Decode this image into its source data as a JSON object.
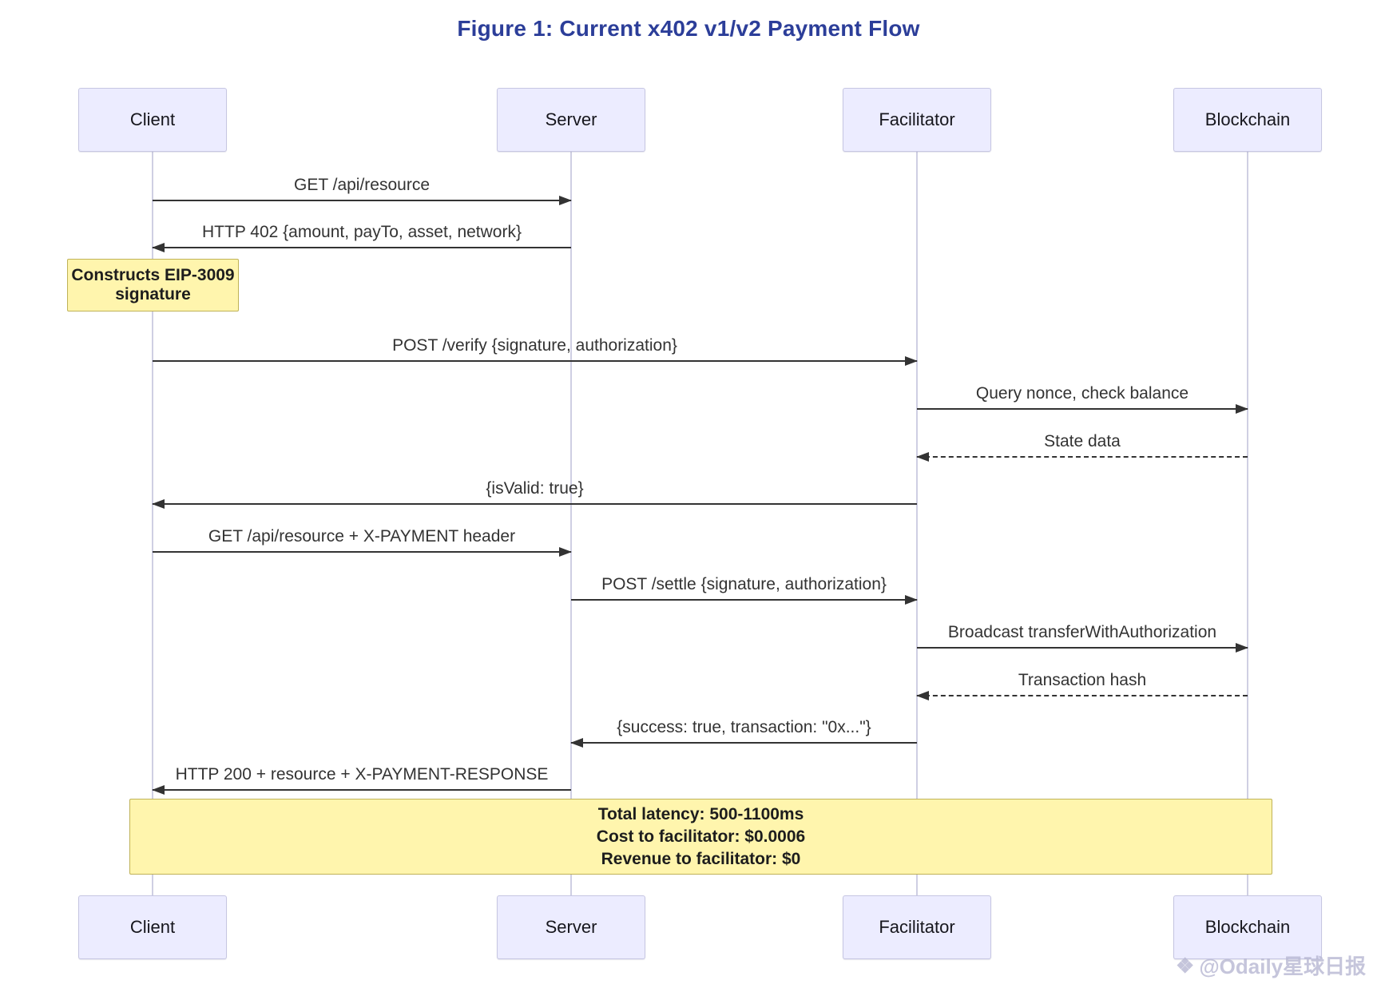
{
  "title": "Figure 1: Current x402 v1/v2 Payment Flow",
  "actors": [
    {
      "id": "client",
      "label": "Client"
    },
    {
      "id": "server",
      "label": "Server"
    },
    {
      "id": "facilitator",
      "label": "Facilitator"
    },
    {
      "id": "blockchain",
      "label": "Blockchain"
    }
  ],
  "messages": [
    {
      "label": "GET /api/resource",
      "from": "client",
      "to": "server",
      "line": "solid"
    },
    {
      "label": "HTTP 402 {amount, payTo, asset, network}",
      "from": "server",
      "to": "client",
      "line": "solid"
    },
    {
      "label": "POST /verify {signature, authorization}",
      "from": "client",
      "to": "facilitator",
      "line": "solid"
    },
    {
      "label": "Query nonce, check balance",
      "from": "facilitator",
      "to": "blockchain",
      "line": "solid"
    },
    {
      "label": "State data",
      "from": "blockchain",
      "to": "facilitator",
      "line": "dashed"
    },
    {
      "label": "{isValid: true}",
      "from": "facilitator",
      "to": "client",
      "line": "solid"
    },
    {
      "label": "GET /api/resource + X-PAYMENT header",
      "from": "client",
      "to": "server",
      "line": "solid"
    },
    {
      "label": "POST /settle {signature, authorization}",
      "from": "server",
      "to": "facilitator",
      "line": "solid"
    },
    {
      "label": "Broadcast transferWithAuthorization",
      "from": "facilitator",
      "to": "blockchain",
      "line": "solid"
    },
    {
      "label": "Transaction hash",
      "from": "blockchain",
      "to": "facilitator",
      "line": "dashed"
    },
    {
      "label": "{success: true, transaction: \"0x...\"}",
      "from": "facilitator",
      "to": "server",
      "line": "solid"
    },
    {
      "label": "HTTP 200 + resource + X-PAYMENT-RESPONSE",
      "from": "server",
      "to": "client",
      "line": "solid"
    }
  ],
  "notes": {
    "client_note": {
      "text": "Constructs EIP-3009 signature"
    },
    "summary_note": {
      "line1": "Total latency: 500-1100ms",
      "line2": "Cost to facilitator: $0.0006",
      "line3": "Revenue to facilitator: $0"
    }
  },
  "watermark": {
    "icon": "odaily-diamond-logo",
    "glyph": "❖",
    "text": "@Odaily星球日报"
  },
  "colors": {
    "title": "#2c3e99",
    "actor_fill": "#ececff",
    "actor_border": "#c6c6e2",
    "note_fill": "#fff5ad",
    "note_border": "#bfb257",
    "arrow": "#333333",
    "lifeline": "#cfcfe3"
  }
}
